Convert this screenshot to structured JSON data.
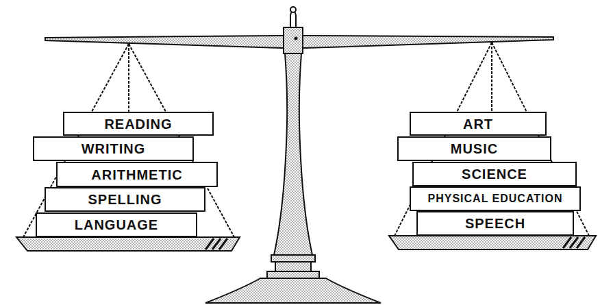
{
  "diagram": {
    "nodes": [
      {
        "text": [
          "READING"
        ]
      },
      {
        "text": [
          "WRITING"
        ]
      },
      {
        "text": [
          "ARITHMETIC"
        ]
      },
      {
        "text": [
          "SPELLING"
        ]
      },
      {
        "text": [
          "LANGUAGE"
        ]
      },
      {
        "text": [
          "ART"
        ]
      },
      {
        "text": [
          "MUSIC"
        ]
      },
      {
        "text": [
          "SCIENCE"
        ]
      },
      {
        "text": [
          "PHYSICAL EDUCATION"
        ]
      },
      {
        "text": [
          "SPEECH"
        ]
      }
    ]
  }
}
